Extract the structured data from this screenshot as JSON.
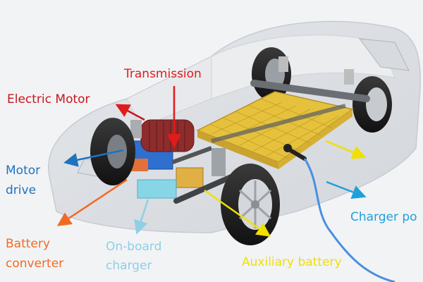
{
  "labels": {
    "transmission": "Transmission",
    "electric_motor": "Electric Motor",
    "motor_drive": "Motor\ndrive",
    "battery_converter": "Battery\nconverter",
    "onboard_charger": "On-board\ncharger",
    "auxiliary_battery": "Auxiliary battery",
    "charger_port": "Charger po"
  },
  "colors": {
    "transmission": "#e01b1b",
    "electric_motor": "#c8161d",
    "motor_drive": "#1e73be",
    "battery_converter": "#f26a21",
    "onboard_charger": "#8ecfe6",
    "auxiliary_battery": "#f0e000",
    "charger_port": "#1ea0dc",
    "battery_pack": "#e6c23c",
    "cable": "#4a8fe0"
  }
}
